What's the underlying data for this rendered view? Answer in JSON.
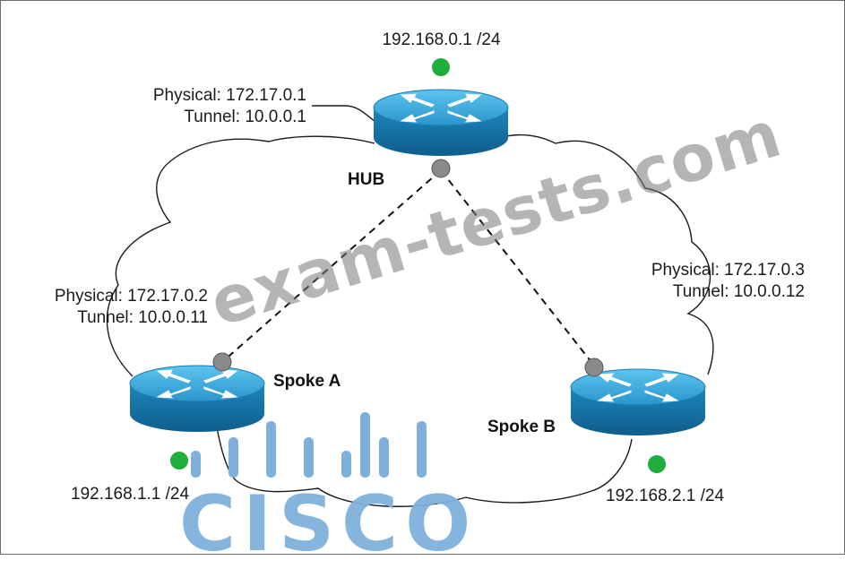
{
  "hub": {
    "name": "HUB",
    "lan": "192.168.0.1 /24",
    "physical": "Physical: 172.17.0.1",
    "tunnel": "Tunnel: 10.0.0.1"
  },
  "spoke_a": {
    "name": "Spoke A",
    "lan": "192.168.1.1 /24",
    "physical": "Physical: 172.17.0.2",
    "tunnel": "Tunnel: 10.0.0.11"
  },
  "spoke_b": {
    "name": "Spoke B",
    "lan": "192.168.2.1 /24",
    "physical": "Physical: 172.17.0.3",
    "tunnel": "Tunnel: 10.0.0.12"
  },
  "watermark": "exam-tests.com",
  "logo": {
    "word": "CISCO",
    "color": "#7fb0dc"
  },
  "colors": {
    "router": "#1f8fc4",
    "lan_dot": "#1fae3c",
    "tunnel_dot": "#888888"
  }
}
